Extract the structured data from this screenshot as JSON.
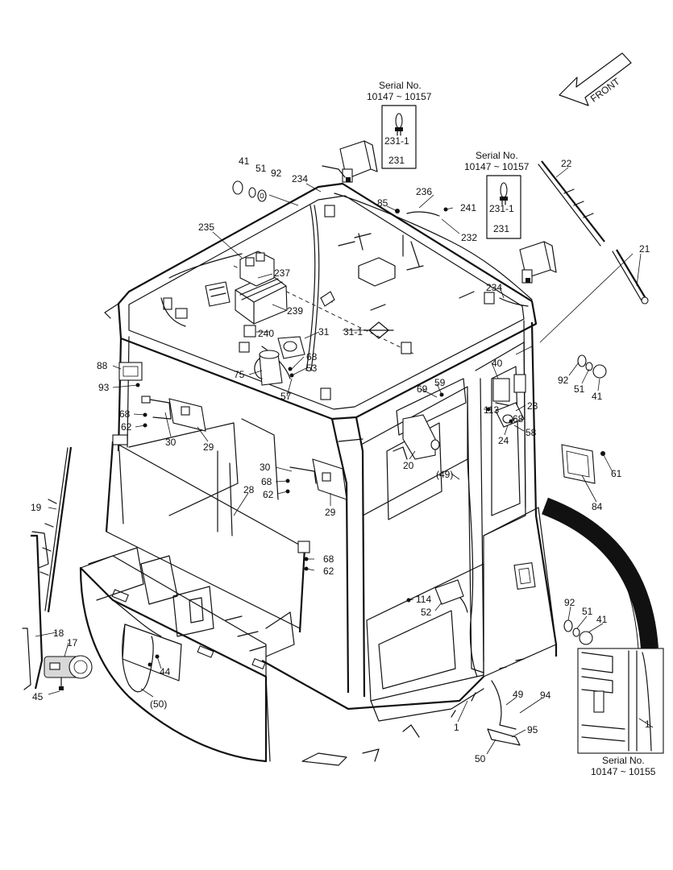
{
  "diagram": {
    "front_label": "FRONT",
    "serial_boxes": [
      {
        "id": "sb-top-center",
        "heading": "Serial No.",
        "range": "10147 ~ 10157",
        "parts": [
          "231-1",
          "231"
        ]
      },
      {
        "id": "sb-right",
        "heading": "Serial No.",
        "range": "10147 ~ 10157",
        "parts": [
          "231-1",
          "231"
        ]
      },
      {
        "id": "sb-inset",
        "heading": "Serial No.",
        "range": "10147 ~ 10155"
      }
    ],
    "part_labels": [
      "41",
      "51",
      "92",
      "234",
      "85",
      "236",
      "241",
      "232",
      "235",
      "237",
      "239",
      "240",
      "31",
      "31-1",
      "68",
      "53",
      "75",
      "57",
      "88",
      "93",
      "68",
      "62",
      "30",
      "29",
      "30",
      "68",
      "62",
      "29",
      "28",
      "19",
      "18",
      "17",
      "45",
      "44",
      "(50)",
      "68",
      "62",
      "69",
      "59",
      "20",
      "(49)",
      "114",
      "52",
      "40",
      "113",
      "24",
      "68",
      "58",
      "23",
      "22",
      "21",
      "234",
      "92",
      "51",
      "41",
      "84",
      "61",
      "92",
      "51",
      "41",
      "49",
      "94",
      "95",
      "50",
      "1"
    ]
  }
}
